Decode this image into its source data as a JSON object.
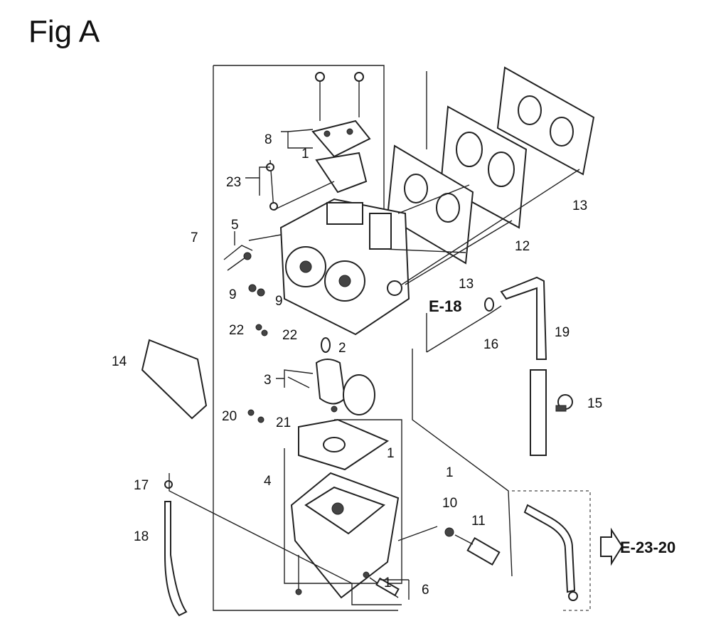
{
  "title": "Fig A",
  "references": {
    "e18": "E-18",
    "e2320": "E-23-20"
  },
  "callouts": {
    "c1a": "1",
    "c1b": "1",
    "c1c": "1",
    "c1d": "1",
    "c2": "2",
    "c3": "3",
    "c4": "4",
    "c5": "5",
    "c6": "6",
    "c7": "7",
    "c8": "8",
    "c9a": "9",
    "c9b": "9",
    "c10": "10",
    "c11": "11",
    "c12": "12",
    "c13a": "13",
    "c13b": "13",
    "c14": "14",
    "c15": "15",
    "c16": "16",
    "c17": "17",
    "c18": "18",
    "c19": "19",
    "c20": "20",
    "c21": "21",
    "c22a": "22",
    "c22b": "22",
    "c23": "23"
  }
}
